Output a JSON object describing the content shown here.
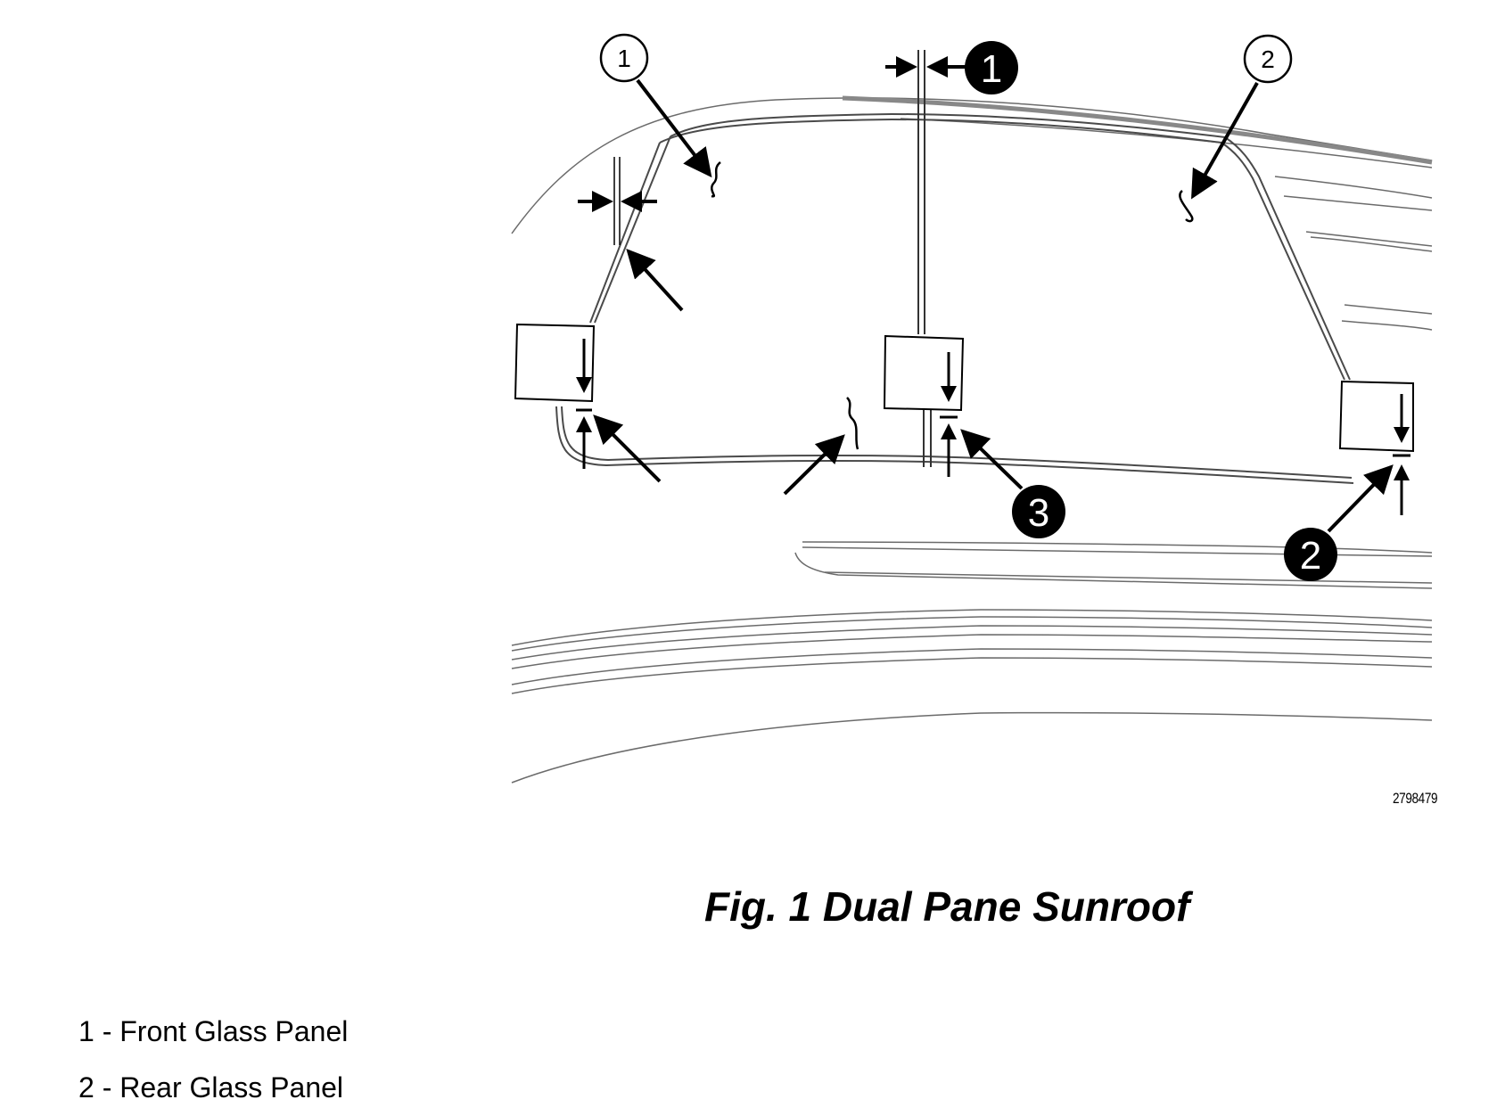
{
  "figure": {
    "caption": "Fig. 1 Dual Pane Sunroof",
    "figure_id": "2798479"
  },
  "callouts": {
    "front_outline": "1",
    "front_solid": "1",
    "rear_outline": "2",
    "rear_solid": "2",
    "center_solid": "3"
  },
  "legend": [
    {
      "label": "1 - Front Glass Panel"
    },
    {
      "label": "2 - Rear Glass Panel"
    }
  ],
  "colors": {
    "line": "#000000",
    "thin_line": "#6b6b6b",
    "callout_fill": "#000000",
    "background": "#ffffff"
  }
}
